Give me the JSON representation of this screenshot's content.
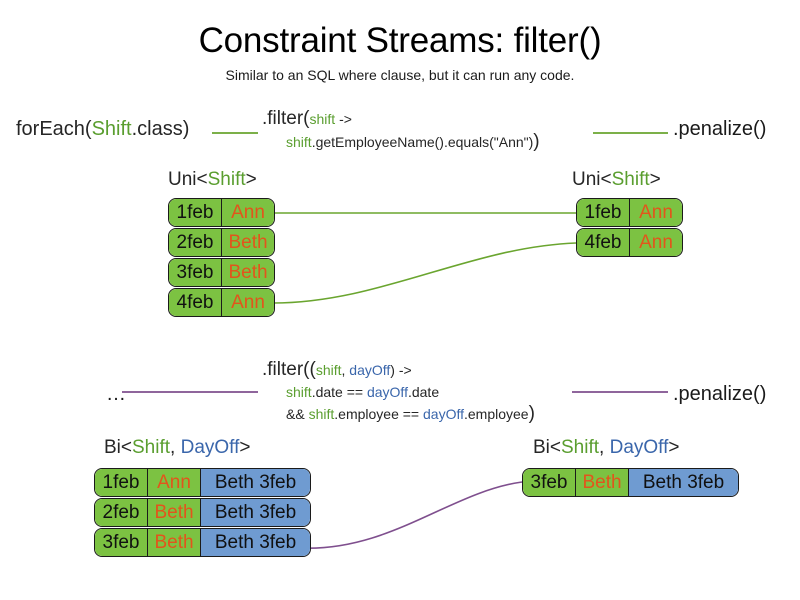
{
  "slide": {
    "title": "Constraint Streams: filter()",
    "subtitle": "Similar to an SQL where clause, but it can run any code."
  },
  "colors": {
    "green": "#7cc242",
    "green_text": "#5a9e2f",
    "blue": "#6f9bd1",
    "blue_text": "#3a66ab",
    "orange_text": "#e2551c",
    "purple_wire": "#7f4f8e",
    "green_wire": "#6aa52f",
    "outline": "#1b1b1b"
  },
  "pipeline1": {
    "source": {
      "pre": "forEach(",
      "type": "Shift",
      "post": ".class)"
    },
    "filter": {
      "head": ".filter(",
      "param": "shift",
      "arrow": " ->",
      "body_var": "shift",
      "body_rest": ".getEmployeeName().equals(\"Ann\")",
      "close": ")"
    },
    "sink": ".penalize()"
  },
  "pipeline2": {
    "source": "…",
    "filter": {
      "head": ".filter((",
      "param1": "shift",
      "comma": ", ",
      "param2": "dayOff",
      "arrow": ") ->",
      "line2_var1": "shift",
      "line2_mid": ".date == ",
      "line2_var2": "dayOff",
      "line2_end": ".date",
      "line3_pre": "&& ",
      "line3_var1": "shift",
      "line3_mid": ".employee == ",
      "line3_var2": "dayOff",
      "line3_end": ".employee",
      "close": ")"
    },
    "sink": ".penalize()"
  },
  "captions": {
    "uni_left": {
      "pre": "Uni<",
      "type1": "Shift",
      "post": ">"
    },
    "uni_right": {
      "pre": "Uni<",
      "type1": "Shift",
      "post": ">"
    },
    "bi_left": {
      "pre": "Bi<",
      "type1": "Shift",
      "sep": ", ",
      "type2": "DayOff",
      "post": ">"
    },
    "bi_right": {
      "pre": "Bi<",
      "type1": "Shift",
      "sep": ", ",
      "type2": "DayOff",
      "post": ">"
    }
  },
  "uni_left_rows": [
    {
      "date": "1feb",
      "employee": "Ann"
    },
    {
      "date": "2feb",
      "employee": "Beth"
    },
    {
      "date": "3feb",
      "employee": "Beth"
    },
    {
      "date": "4feb",
      "employee": "Ann"
    }
  ],
  "uni_right_rows": [
    {
      "date": "1feb",
      "employee": "Ann"
    },
    {
      "date": "4feb",
      "employee": "Ann"
    }
  ],
  "bi_left_rows": [
    {
      "date": "1feb",
      "employee": "Ann",
      "dayoff": "Beth 3feb"
    },
    {
      "date": "2feb",
      "employee": "Beth",
      "dayoff": "Beth 3feb"
    },
    {
      "date": "3feb",
      "employee": "Beth",
      "dayoff": "Beth 3feb"
    }
  ],
  "bi_right_rows": [
    {
      "date": "3feb",
      "employee": "Beth",
      "dayoff": "Beth 3feb"
    }
  ]
}
